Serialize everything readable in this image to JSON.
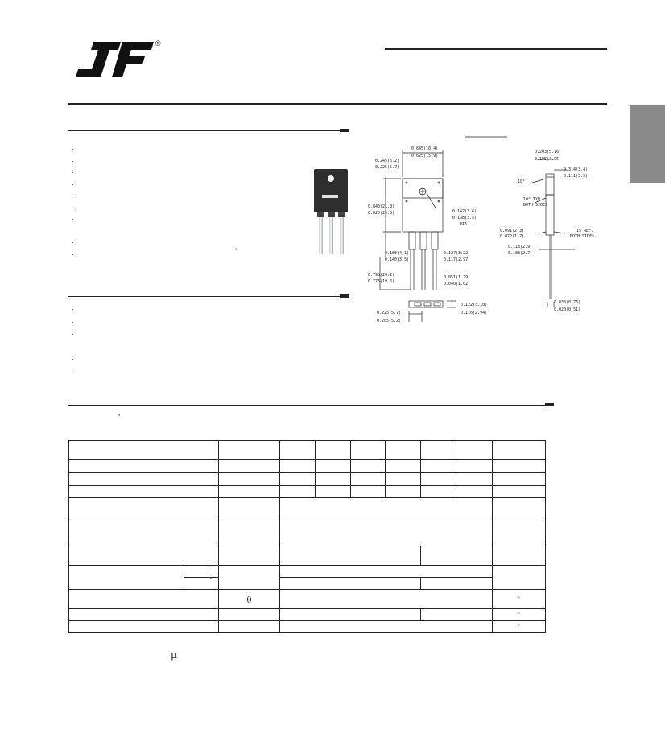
{
  "header": {
    "logo_label": "JF logo",
    "registered_mark": "®"
  },
  "features": {
    "bullets": [
      "·",
      "·",
      "·",
      "·",
      "·",
      "·",
      "·",
      "·",
      "·"
    ],
    "footnote_mark": "*"
  },
  "mechanical": {
    "bullets": [
      "·",
      "·",
      "·",
      "·",
      "·"
    ]
  },
  "drawing": {
    "front_labels": [
      "0.645(16.4)",
      "0.625(15.9)",
      "0.245(6.2)",
      "0.225(5.7)",
      "0.840(21.3)",
      "0.820(20.8)",
      "0.142(3.6)",
      "0.138(3.5)",
      "DIA",
      "0.160(4.1)",
      "0.140(3.5)",
      "0.127(3.22)",
      "0.117(2.97)",
      "0.795(20.2)",
      "0.775(19.6)",
      "0.051(1.29)",
      "0.040(1.02)",
      "0.225(5.7)",
      "0.205(5.2)",
      "0.122(3.10)",
      "0.116(2.94)"
    ],
    "side_labels": [
      "0.203(5.16)",
      "0.195(4.95)",
      "0.314(3.4)",
      "0.111(3.3)",
      "10°",
      "10° TYP.",
      "BOTH SIDES",
      "15 REF.",
      "BOTH SIDES",
      "0.091(2.3)",
      "0.072(1.7)",
      "0.118(2.9)",
      "0.108(2.7)",
      "0.030(0.76)",
      "0.020(0.51)"
    ]
  },
  "ratings": {
    "footnote_mark": "*",
    "theta_symbol": "θ",
    "micro_symbol": "μ",
    "cell_marks": [
      "*",
      "*",
      "°",
      "°",
      "°"
    ]
  }
}
